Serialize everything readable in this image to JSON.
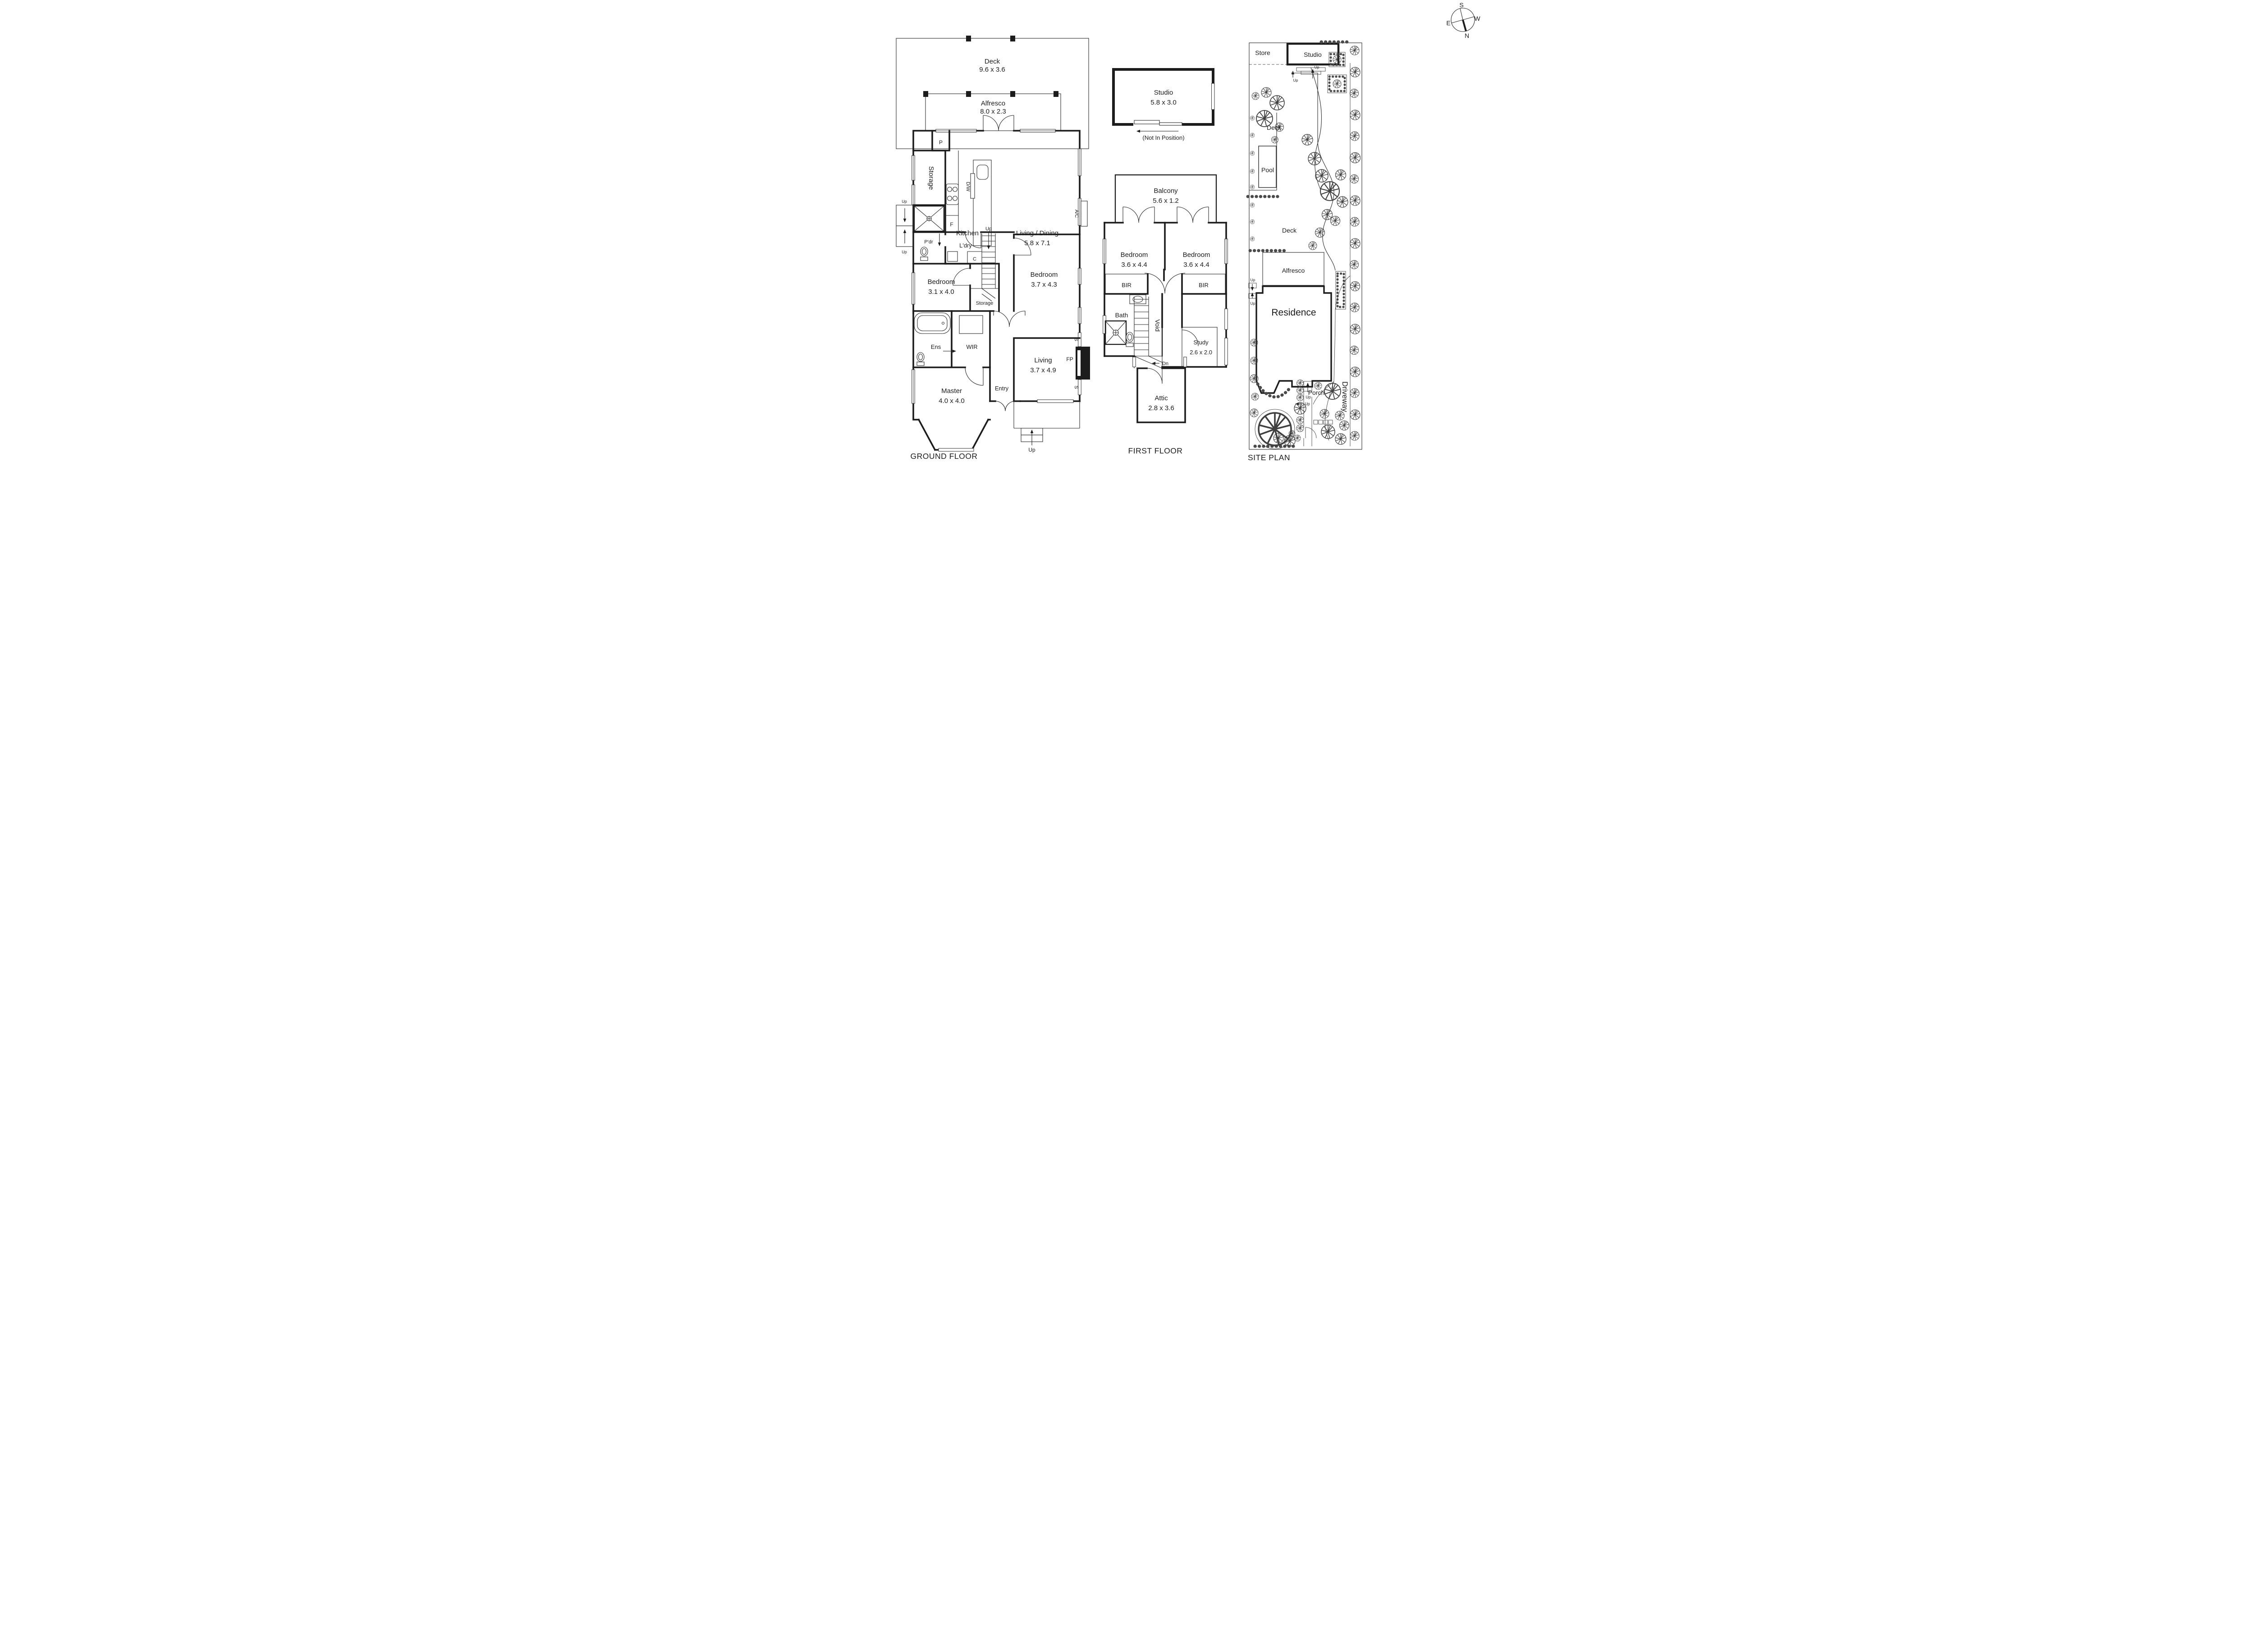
{
  "compass": {
    "n": "N",
    "s": "S",
    "e": "E",
    "w": "W"
  },
  "ground": {
    "title": "GROUND FLOOR",
    "deck": {
      "name": "Deck",
      "dims": "9.6 x 3.6"
    },
    "alfresco": {
      "name": "Alfresco",
      "dims": "8.0 x 2.3"
    },
    "pantry": "P",
    "storage": "Storage",
    "dishwasher": "D/W",
    "fridge": "F",
    "kitchen": "Kitchen",
    "living_dining": {
      "name": "Living / Dining",
      "dims": "5.8 x 7.1"
    },
    "ac": "A/C",
    "laundry": "L'dry",
    "powder": "P'dr",
    "cupboard": "C",
    "bedroom2": {
      "name": "Bedroom",
      "dims": "3.1 x 4.0"
    },
    "understairs_storage": "Storage",
    "bedroom3": {
      "name": "Bedroom",
      "dims": "3.7 x 4.3"
    },
    "ensuite": "Ens",
    "wir": "WIR",
    "master": {
      "name": "Master",
      "dims": "4.0 x 4.0"
    },
    "entry": "Entry",
    "living": {
      "name": "Living",
      "dims": "3.7 x 4.9"
    },
    "fireplace": "FP",
    "window_s": "S",
    "up": "Up"
  },
  "first": {
    "title": "FIRST FLOOR",
    "studio": {
      "name": "Studio",
      "dims": "5.8 x 3.0",
      "note": "(Not In Position)"
    },
    "balcony": {
      "name": "Balcony",
      "dims": "5.6 x 1.2"
    },
    "bedroom_left": {
      "name": "Bedroom",
      "dims": "3.6 x 4.4"
    },
    "bedroom_right": {
      "name": "Bedroom",
      "dims": "3.6 x 4.4"
    },
    "bir": "BIR",
    "bath": "Bath",
    "study": {
      "name": "Study",
      "dims": "2.6 x 2.0"
    },
    "void": "Void",
    "down": "Dn",
    "attic": {
      "name": "Attic",
      "dims": "2.8 x 3.6"
    }
  },
  "site": {
    "title": "SITE PLAN",
    "store": "Store",
    "studio": "Studio",
    "deck_rear": "Deck",
    "pool": "Pool",
    "deck_mid": "Deck",
    "alfresco": "Alfresco",
    "residence": "Residence",
    "porch": "Porch",
    "driveway": "Driveway",
    "up": "Up"
  }
}
